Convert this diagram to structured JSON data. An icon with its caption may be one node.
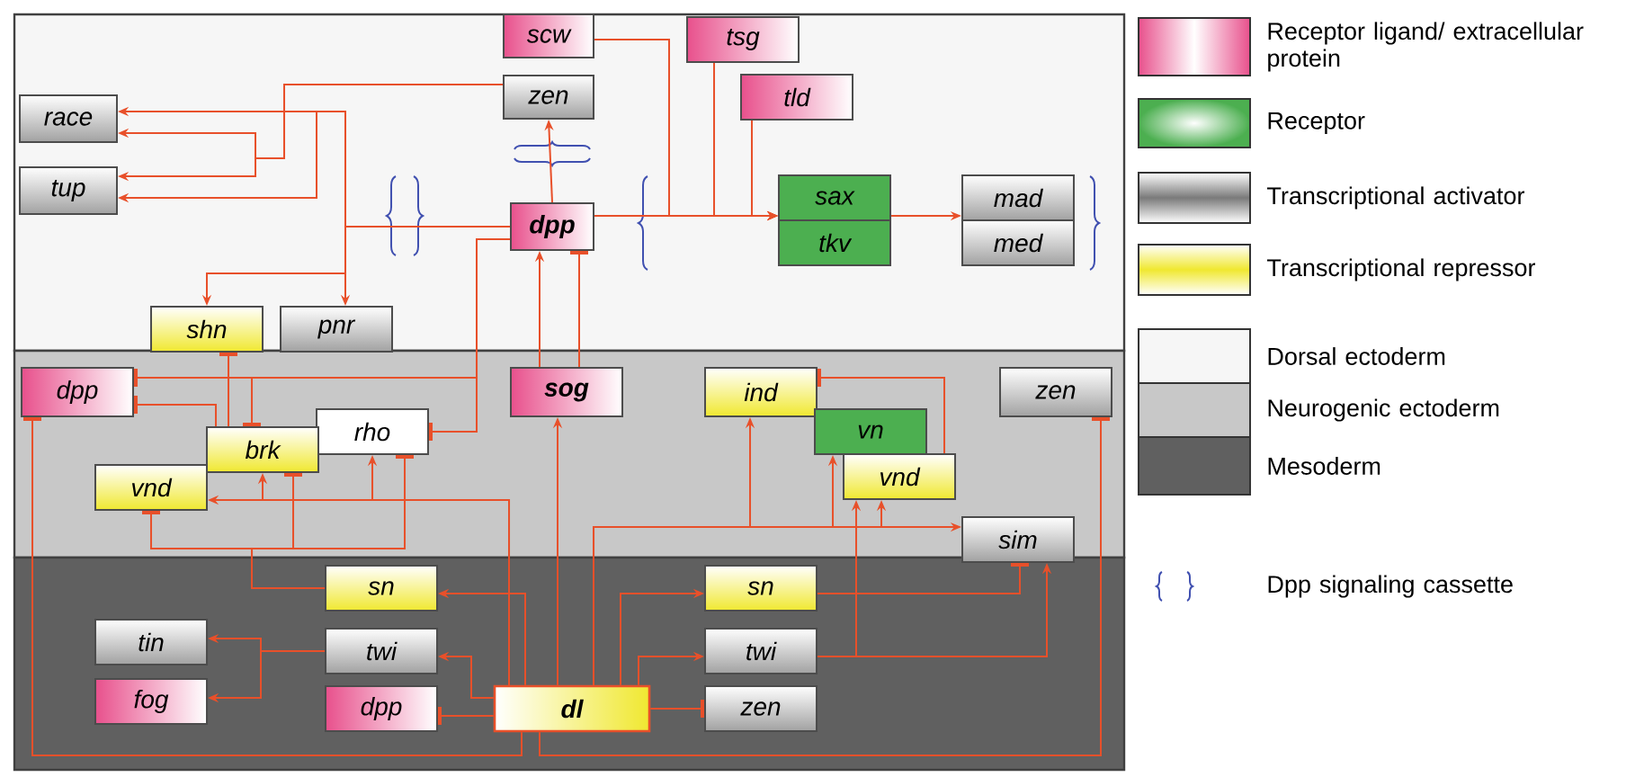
{
  "diagram": {
    "nodes": [
      {
        "text": [
          "scw"
        ]
      },
      {
        "text": [
          "zen"
        ]
      },
      {
        "text": [
          "tsg"
        ]
      },
      {
        "text": [
          "tld"
        ]
      },
      {
        "text": [
          "race"
        ]
      },
      {
        "text": [
          "tup"
        ]
      },
      {
        "text": [
          "dpp"
        ]
      },
      {
        "text": [
          "sax"
        ]
      },
      {
        "text": [
          "tkv"
        ]
      },
      {
        "text": [
          "mad"
        ]
      },
      {
        "text": [
          "med"
        ]
      },
      {
        "text": [
          "shn"
        ]
      },
      {
        "text": [
          "pnr"
        ]
      },
      {
        "text": [
          "dpp"
        ]
      },
      {
        "text": [
          "sog"
        ]
      },
      {
        "text": [
          "ind"
        ]
      },
      {
        "text": [
          "zen"
        ]
      },
      {
        "text": [
          "rho"
        ]
      },
      {
        "text": [
          "brk"
        ]
      },
      {
        "text": [
          "vnd"
        ]
      },
      {
        "text": [
          "vn"
        ]
      },
      {
        "text": [
          "vnd"
        ]
      },
      {
        "text": [
          "sim"
        ]
      },
      {
        "text": [
          "sn"
        ]
      },
      {
        "text": [
          "sn"
        ]
      },
      {
        "text": [
          "tin"
        ]
      },
      {
        "text": [
          "twi"
        ]
      },
      {
        "text": [
          "twi"
        ]
      },
      {
        "text": [
          "fog"
        ]
      },
      {
        "text": [
          "dpp"
        ]
      },
      {
        "text": [
          "dl"
        ]
      },
      {
        "text": [
          "zen"
        ]
      }
    ],
    "edges": [
      {
        "from": 6,
        "to": 1,
        "arrow": "to"
      },
      {
        "from": 1,
        "to": 4,
        "arrow": "to"
      },
      {
        "from": 1,
        "to": 5,
        "arrow": "to"
      },
      {
        "from": 6,
        "to": 4,
        "arrow": "to"
      },
      {
        "from": 6,
        "to": 5,
        "arrow": "to"
      },
      {
        "from": 6,
        "to": 11,
        "arrow": "to"
      },
      {
        "from": 6,
        "to": 12,
        "arrow": "to"
      },
      {
        "from": 0,
        "to": 7,
        "arrow": "to"
      },
      {
        "from": 2,
        "to": 7,
        "arrow": "to"
      },
      {
        "from": 3,
        "to": 7,
        "arrow": "to"
      },
      {
        "from": 6,
        "to": 7,
        "arrow": "to"
      },
      {
        "from": 7,
        "to": 9,
        "arrow": "to"
      },
      {
        "from": 14,
        "to": 6,
        "arrow": "to"
      },
      {
        "from": 14,
        "to": 6,
        "arrow": "other"
      },
      {
        "from": 6,
        "to": 13,
        "arrow": "other"
      },
      {
        "from": 6,
        "to": 18,
        "arrow": "other"
      },
      {
        "from": 6,
        "to": 17,
        "arrow": "other"
      },
      {
        "from": 18,
        "to": 11,
        "arrow": "other"
      },
      {
        "from": 18,
        "to": 13,
        "arrow": "other"
      },
      {
        "from": 30,
        "to": 13,
        "arrow": "other"
      },
      {
        "from": 30,
        "to": 16,
        "arrow": "other"
      },
      {
        "from": 30,
        "to": 14,
        "arrow": "to"
      },
      {
        "from": 30,
        "to": 15,
        "arrow": "to"
      },
      {
        "from": 30,
        "to": 22,
        "arrow": "to"
      },
      {
        "from": 30,
        "to": 20,
        "arrow": "to"
      },
      {
        "from": 30,
        "to": 21,
        "arrow": "to"
      },
      {
        "from": 27,
        "to": 21,
        "arrow": "to"
      },
      {
        "from": 27,
        "to": 22,
        "arrow": "to"
      },
      {
        "from": 24,
        "to": 22,
        "arrow": "other"
      },
      {
        "from": 21,
        "to": 15,
        "arrow": "other"
      },
      {
        "from": 30,
        "to": 19,
        "arrow": "to"
      },
      {
        "from": 30,
        "to": 18,
        "arrow": "to"
      },
      {
        "from": 30,
        "to": 17,
        "arrow": "to"
      },
      {
        "from": 23,
        "to": 19,
        "arrow": "other"
      },
      {
        "from": 23,
        "to": 18,
        "arrow": "other"
      },
      {
        "from": 23,
        "to": 17,
        "arrow": "other"
      },
      {
        "from": 30,
        "to": 23,
        "arrow": "to"
      },
      {
        "from": 30,
        "to": 26,
        "arrow": "to"
      },
      {
        "from": 26,
        "to": 25,
        "arrow": "to"
      },
      {
        "from": 26,
        "to": 28,
        "arrow": "to"
      },
      {
        "from": 30,
        "to": 29,
        "arrow": "other"
      },
      {
        "from": 30,
        "to": 31,
        "arrow": "other"
      },
      {
        "from": 30,
        "to": 24,
        "arrow": "to"
      },
      {
        "from": 30,
        "to": 27,
        "arrow": "to"
      }
    ],
    "legend": [
      {
        "text": "Receptor ligand/ extracellular protein",
        "color": "#e8508c"
      },
      {
        "text": "Receptor",
        "color": "#4caf50"
      },
      {
        "text": "Transcriptional activator",
        "color": "#7a7a7a"
      },
      {
        "text": "Transcriptional repressor",
        "color": "#f0e830"
      },
      {
        "text": "Dorsal ectoderm",
        "color": "#f6f6f6"
      },
      {
        "text": "Neurogenic ectoderm",
        "color": "#c8c8c8"
      },
      {
        "text": "Mesoderm",
        "color": "#606060"
      },
      {
        "text": "Dpp signaling cassette"
      }
    ]
  }
}
